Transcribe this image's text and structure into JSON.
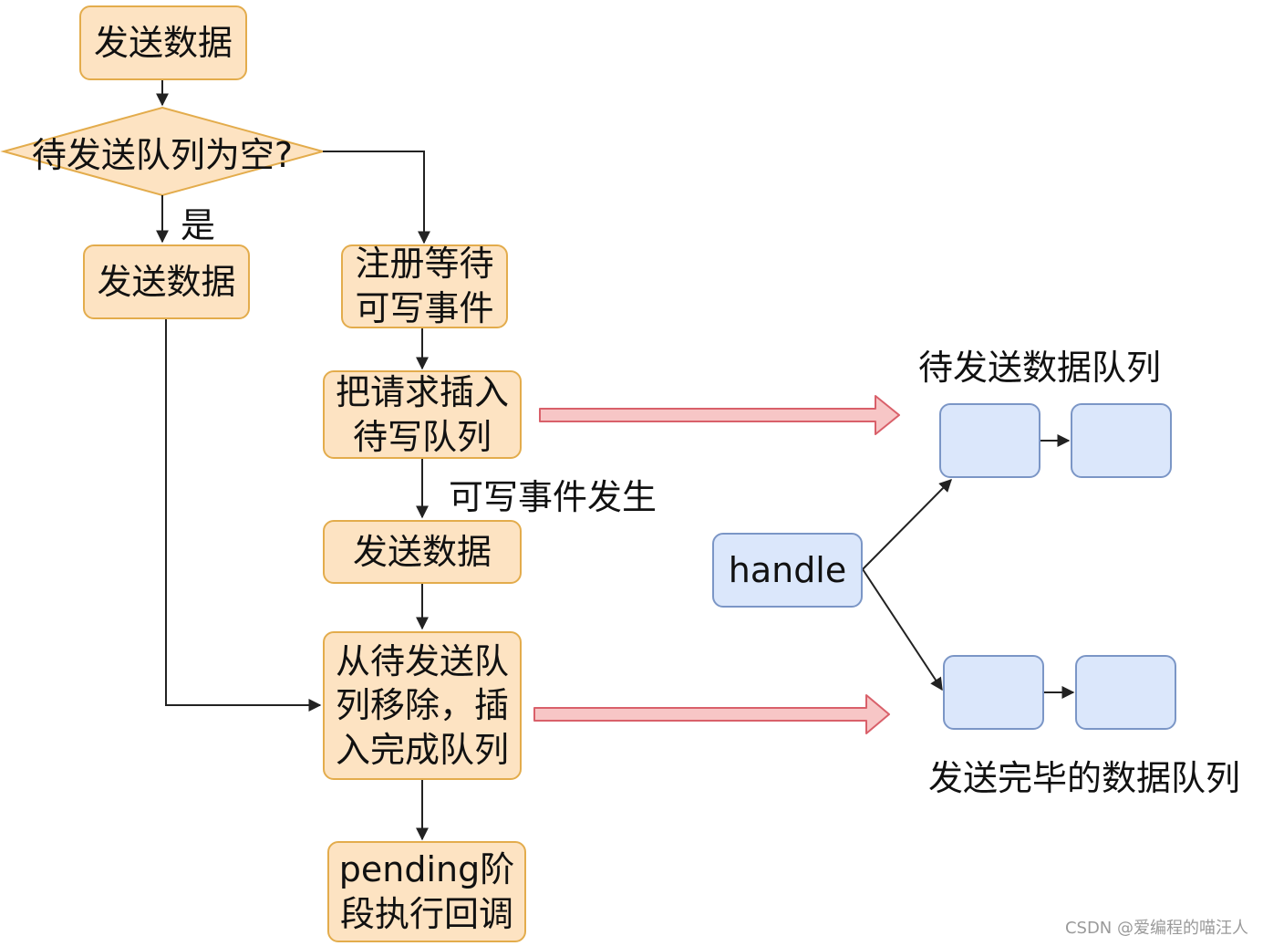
{
  "flowchart": {
    "start": "发送数据",
    "decision": "待发送队列为空?",
    "yes_label": "是",
    "send_direct": "发送数据",
    "register_writable": "注册等待\n可写事件",
    "insert_queue": "把请求插入\n待写队列",
    "writable_event_label": "可写事件发生",
    "send_after_event": "发送数据",
    "move_to_done": "从待发送队\n列移除，插\n入完成队列",
    "pending_callback": "pending阶\n段执行回调"
  },
  "structure": {
    "pending_queue_title": "待发送数据队列",
    "handle_label": "handle",
    "done_queue_title": "发送完毕的数据队列"
  },
  "watermark": "CSDN @爱编程的喵汪人",
  "colors": {
    "node_fill": "#fde3c2",
    "node_border": "#e3ac4c",
    "queue_fill": "#dbe7fb",
    "queue_border": "#7b96c6",
    "big_arrow_fill": "#f7c6c6",
    "big_arrow_stroke": "#d9606a",
    "line": "#222222"
  }
}
